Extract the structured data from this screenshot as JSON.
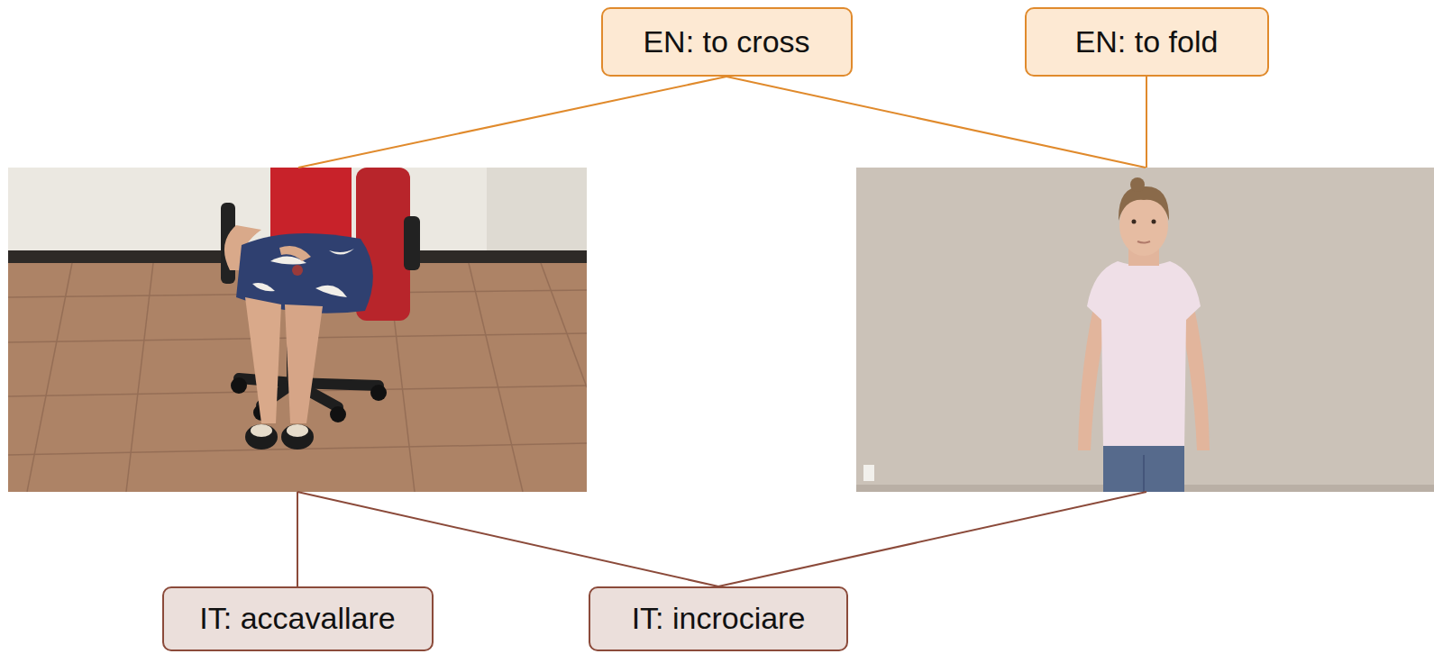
{
  "diagram": {
    "nodes": [
      {
        "text": [
          "EN: to cross"
        ]
      },
      {
        "text": [
          "EN: to fold"
        ]
      },
      {
        "text": [
          "IT: accavallare"
        ]
      },
      {
        "text": [
          "IT: incrociare"
        ]
      }
    ]
  }
}
